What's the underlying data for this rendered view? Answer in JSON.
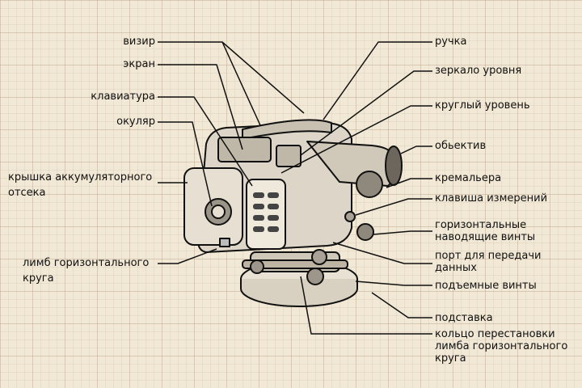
{
  "colors": {
    "paper": "#f1e8d6",
    "ink": "#111111"
  },
  "left_labels": {
    "vizir": "визир",
    "ekran": "экран",
    "klaviatura": "клавиатура",
    "okulyar": "окуляр",
    "battery_1": "крышка аккумуляторного",
    "battery_2": "отсека",
    "limb_1": "лимб горизонтального",
    "limb_2": "круга"
  },
  "right_labels": {
    "ruchka": "ручка",
    "mirror": "зеркало уровня",
    "round_level": "круглый уровень",
    "objective": "обьектив",
    "focus": "кремальера",
    "measure_key": "клавиша измерений",
    "hscrews_1": "горизонтальные",
    "hscrews_2": "наводящие винты",
    "port_1": "порт для передачи",
    "port_2": "данных",
    "lift_screws": "подъемные винты",
    "base": "подставка",
    "ring_1": "кольцо перестановки",
    "ring_2": "лимба горизонтального",
    "ring_3": "круга"
  }
}
